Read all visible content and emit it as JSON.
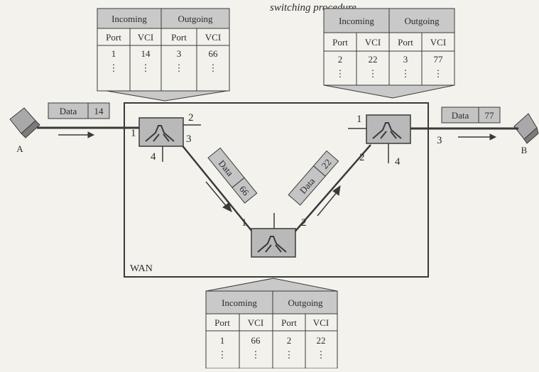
{
  "caption_fragment": "switching procedure",
  "wan_label": "WAN",
  "hosts": [
    {
      "id": "A",
      "label": "A"
    },
    {
      "id": "B",
      "label": "B"
    }
  ],
  "frames": [
    {
      "id": "frame-a",
      "text": "Data",
      "vci": "14"
    },
    {
      "id": "frame-sw1-sw3",
      "text": "Data",
      "vci": "66"
    },
    {
      "id": "frame-sw3-sw2",
      "text": "Data",
      "vci": "22"
    },
    {
      "id": "frame-b",
      "text": "Data",
      "vci": "77"
    }
  ],
  "switches": [
    {
      "id": "switch-1",
      "ports": [
        "1",
        "2",
        "3",
        "4"
      ]
    },
    {
      "id": "switch-2",
      "ports": [
        "1",
        "2",
        "3",
        "4"
      ]
    },
    {
      "id": "switch-3",
      "ports": [
        "1",
        "2"
      ]
    }
  ],
  "tables": [
    {
      "id": "switch-1-table",
      "headers": [
        "Incoming",
        "Outgoing"
      ],
      "subheaders": [
        "Port",
        "VCI",
        "Port",
        "VCI"
      ],
      "row": [
        "1",
        "14",
        "3",
        "66"
      ],
      "ellipsis": "⋮"
    },
    {
      "id": "switch-2-table",
      "headers": [
        "Incoming",
        "Outgoing"
      ],
      "subheaders": [
        "Port",
        "VCI",
        "Port",
        "VCI"
      ],
      "row": [
        "2",
        "22",
        "3",
        "77"
      ],
      "ellipsis": "⋮"
    },
    {
      "id": "switch-3-table",
      "headers": [
        "Incoming",
        "Outgoing"
      ],
      "subheaders": [
        "Port",
        "VCI",
        "Port",
        "VCI"
      ],
      "row": [
        "1",
        "66",
        "2",
        "22"
      ],
      "ellipsis": "⋮"
    }
  ],
  "colors": {
    "table_header": "#c9c9c9",
    "table_body": "#f2f1ec",
    "switch_fill": "#b9b9b9",
    "frame_fill": "#c4c4c4",
    "line": "#3a3a3a"
  }
}
